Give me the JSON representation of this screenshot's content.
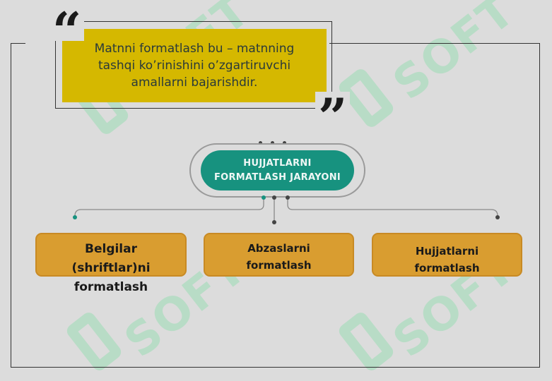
{
  "quote": {
    "lines": [
      "Matnni formatlash bu – matnning",
      "tashqi ko’rinishini o’zgartiruvchi",
      "amallarni bajarishdir."
    ],
    "open_mark": "“",
    "close_mark": "”"
  },
  "center": {
    "lines": [
      "HUJJATLARNI",
      "FORMATLASH JARAYONI"
    ]
  },
  "branches": [
    {
      "lines": [
        "Belgilar",
        "(shriftlar)ni",
        "formatlash"
      ]
    },
    {
      "lines": [
        "Abzaslarni",
        "formatlash"
      ]
    },
    {
      "lines": [
        "Hujjatlarni",
        "formatlash"
      ]
    }
  ],
  "watermark": {
    "text": "SOFT"
  },
  "colors": {
    "background": "#dcdcdc",
    "quote_fill": "#d5b800",
    "center_pill": "#17927f",
    "branch_box": "#d99d30",
    "accent_dot": "#17927f"
  }
}
